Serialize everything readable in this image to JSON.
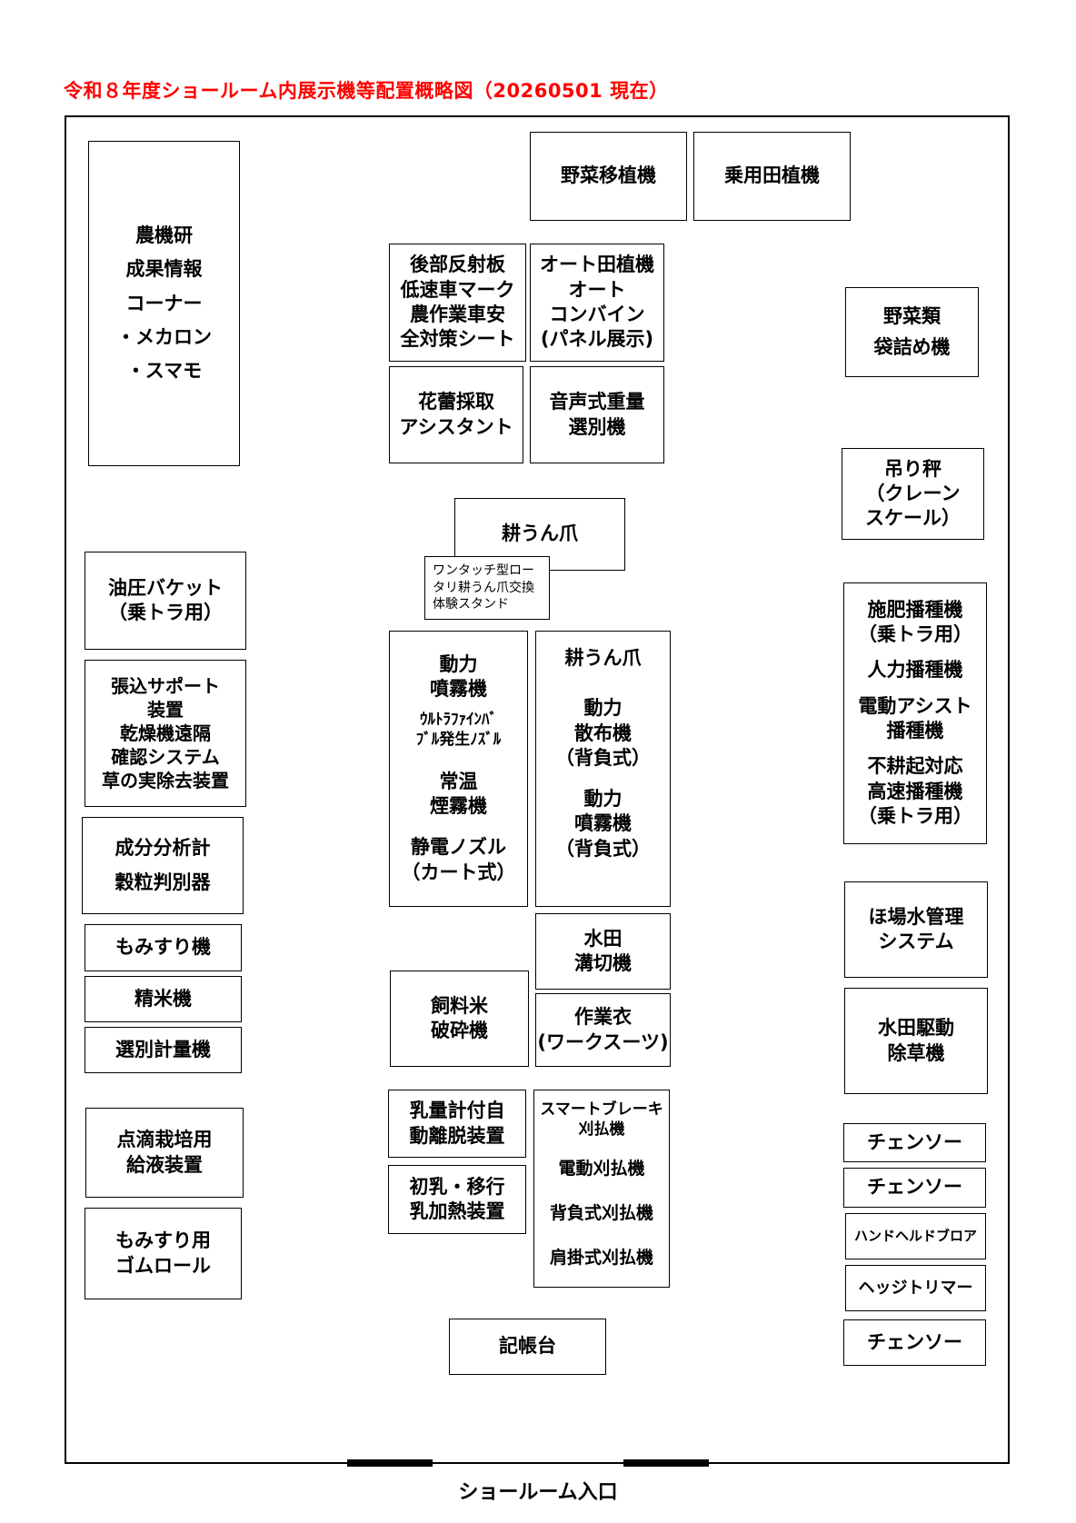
{
  "title": "令和８年度ショールーム内展示機等配置概略図（20260501 現在）",
  "entrance": "ショールーム入口",
  "boxes": {
    "yasai_ishoku": "野菜移植機",
    "joyo_taue": "乗用田植機",
    "noukiken": [
      "農機研",
      "成果情報",
      "コーナー",
      "・メカロン",
      "・スマモ"
    ],
    "hansha": [
      "後部反射板",
      "低速車マーク",
      "農作業車安",
      "全対策シート"
    ],
    "auto_taue": [
      "オート田植機",
      "オート",
      "コンバイン",
      "(パネル展示)"
    ],
    "yasai_fukuro": [
      "野菜類",
      "袋詰め機"
    ],
    "kariai": [
      "花蕾採取",
      "アシスタント"
    ],
    "onsei": [
      "音声式重量",
      "選別機"
    ],
    "tsuribakari": [
      "吊り秤",
      "（クレーン",
      "スケール）"
    ],
    "koun_tsume_top": "耕うん爪",
    "onetouch": [
      "ワンタッチ型ロー",
      "タリ耕うん爪交換",
      "体験スタンド"
    ],
    "yuatsu": [
      "油圧バケット",
      "（乗トラ用）"
    ],
    "hiryo": [
      "施肥播種機",
      "（乗トラ用）",
      "人力播種機",
      "電動アシスト",
      "播種機",
      "不耕起対応",
      "高速播種機",
      "（乗トラ用）"
    ],
    "harikomi": [
      "張込サポート",
      "装置",
      "乾燥機遠隔",
      "確認システム",
      "草の実除去装置"
    ],
    "doryoku_funmu": [
      "動力",
      "噴霧機",
      "ｳﾙﾄﾗﾌｧｲﾝﾊﾞ",
      "ﾌﾞﾙ発生ﾉｽﾞﾙ",
      "常温",
      "煙霧機",
      "静電ノズル",
      "（カート式）"
    ],
    "koun_right": [
      "耕うん爪",
      "動力",
      "散布機",
      "（背負式）",
      "動力",
      "噴霧機",
      "（背負式）"
    ],
    "seibun": [
      "成分分析計",
      "穀粒判別器"
    ],
    "hojo": [
      "ほ場水管理",
      "システム"
    ],
    "momisuri": "もみすり機",
    "suiden_mizo": [
      "水田",
      "溝切機"
    ],
    "seimai": "精米機",
    "shiryo": [
      "飼料米",
      "破砕機"
    ],
    "sagyoui": [
      "作業衣",
      "(ワークスーツ)"
    ],
    "suiden_josou": [
      "水田駆動",
      "除草機"
    ],
    "senbetsu": "選別計量機",
    "nyuryo": [
      "乳量計付自",
      "動離脱装置"
    ],
    "smart": [
      "スマートブレーキ",
      "刈払機",
      "電動刈払機",
      "背負式刈払機",
      "肩掛式刈払機"
    ],
    "chensaw1": "チェンソー",
    "tenteki": [
      "点滴栽培用",
      "給液装置"
    ],
    "chensaw2": "チェンソー",
    "shonyu": [
      "初乳・移行",
      "乳加熱装置"
    ],
    "handheld": "ハンドヘルドブロア",
    "momisuri_gomu": [
      "もみすり用",
      "ゴムロール"
    ],
    "hedge": "ヘッジトリマー",
    "kichoudai": "記帳台",
    "chensaw3": "チェンソー"
  }
}
